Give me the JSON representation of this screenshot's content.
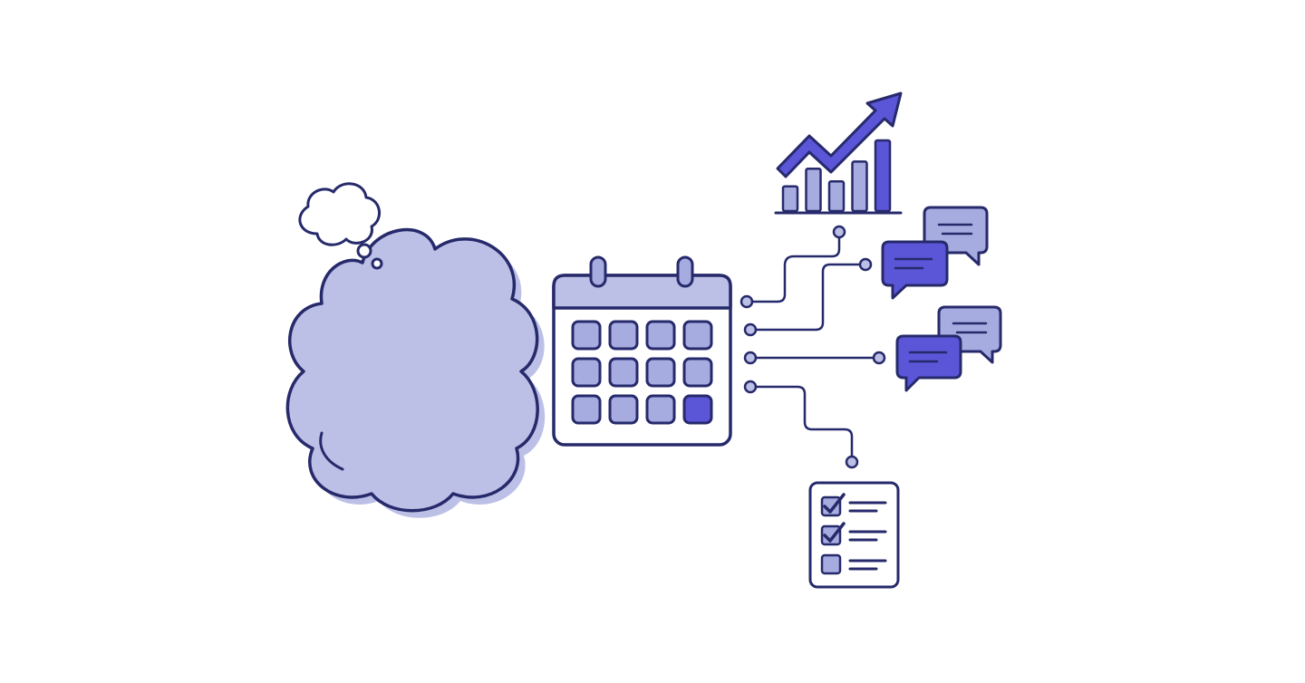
{
  "colors": {
    "ink": "#262a6b",
    "fill_light": "#bcc0e6",
    "fill_mid": "#a7ace0",
    "fill_accent": "#5b55d8",
    "fill_accent_soft": "#8a86e6",
    "background": "#ffffff"
  },
  "icons": {
    "thought_cloud": "thought-cloud-icon",
    "calendar": "calendar-icon",
    "growth_chart": "growth-chart-icon",
    "chat_bubbles": "chat-bubbles-icon",
    "checklist": "checklist-icon"
  },
  "calendar": {
    "rows": 3,
    "cols": 4,
    "highlighted_cell": 11
  },
  "growth_chart": {
    "bar_levels": [
      0.35,
      0.6,
      0.42,
      0.7,
      1.0
    ],
    "trend": "up"
  },
  "checklist": {
    "items_checked": [
      true,
      true,
      false
    ]
  }
}
